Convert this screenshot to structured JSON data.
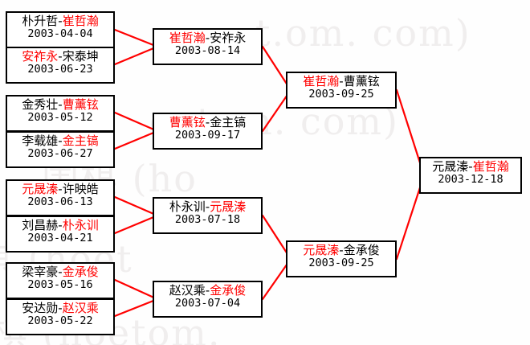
{
  "diagram": {
    "title": "",
    "type": "tournament-bracket",
    "winner_color": "#ff0000",
    "loser_color": "#000000",
    "line_color": "#ff0000",
    "box_border_color": "#000000"
  },
  "watermark": {
    "lines": [
      "t.om. com)",
      "oetom. com)",
      "围棋 (ho",
      "围棋 (hoet",
      "围棋 (hoetom."
    ]
  },
  "rounds": [
    {
      "name": "round-1",
      "matches": [
        {
          "id": "r1m1",
          "left": "朴升哲",
          "right": "崔哲瀚",
          "winner": "right",
          "date": "2003-04-04"
        },
        {
          "id": "r1m2",
          "left": "安祚永",
          "right": "宋泰坤",
          "winner": "left",
          "date": "2003-06-23"
        },
        {
          "id": "r1m3",
          "left": "金秀壮",
          "right": "曹薰铉",
          "winner": "right",
          "date": "2003-05-12"
        },
        {
          "id": "r1m4",
          "left": "李载雄",
          "right": "金主镐",
          "winner": "right",
          "date": "2003-06-27"
        },
        {
          "id": "r1m5",
          "left": "元晟溱",
          "right": "许映皓",
          "winner": "left",
          "date": "2003-06-13"
        },
        {
          "id": "r1m6",
          "left": "刘昌赫",
          "right": "朴永训",
          "winner": "right",
          "date": "2003-04-21"
        },
        {
          "id": "r1m7",
          "left": "梁宰豪",
          "right": "金承俊",
          "winner": "right",
          "date": "2003-05-16"
        },
        {
          "id": "r1m8",
          "left": "安达勋",
          "right": "赵汉乘",
          "winner": "right",
          "date": "2003-05-22"
        }
      ]
    },
    {
      "name": "round-2",
      "matches": [
        {
          "id": "r2m1",
          "left": "崔哲瀚",
          "right": "安祚永",
          "winner": "left",
          "date": "2003-08-14"
        },
        {
          "id": "r2m2",
          "left": "曹薰铉",
          "right": "金主镐",
          "winner": "left",
          "date": "2003-09-17"
        },
        {
          "id": "r2m3",
          "left": "朴永训",
          "right": "元晟溱",
          "winner": "right",
          "date": "2003-07-18"
        },
        {
          "id": "r2m4",
          "left": "赵汉乘",
          "right": "金承俊",
          "winner": "right",
          "date": "2003-07-04"
        }
      ]
    },
    {
      "name": "semifinal",
      "matches": [
        {
          "id": "sf1",
          "left": "崔哲瀚",
          "right": "曹薰铉",
          "winner": "left",
          "date": "2003-09-25"
        },
        {
          "id": "sf2",
          "left": "元晟溱",
          "right": "金承俊",
          "winner": "left",
          "date": "2003-09-25"
        }
      ]
    },
    {
      "name": "final",
      "matches": [
        {
          "id": "f1",
          "left": "元晟溱",
          "right": "崔哲瀚",
          "winner": "right",
          "date": "2003-12-18"
        }
      ]
    }
  ]
}
